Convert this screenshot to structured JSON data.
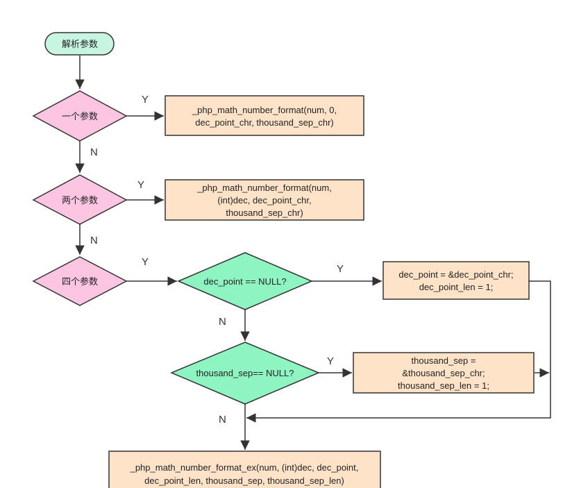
{
  "colors": {
    "start": "#c8f5e2",
    "decision_pink": "#fcc6e3",
    "decision_green": "#8ef5c2",
    "process": "#ffe3c9",
    "stroke": "#333333"
  },
  "nodes": {
    "start": "解析参数",
    "one_param": "一个参数",
    "two_params": "两个参数",
    "four_params": "四个参数",
    "dec_point_null": "dec_point == NULL?",
    "thousand_sep_null": "thousand_sep== NULL?",
    "call_one": [
      "_php_math_number_format(num, 0,",
      "dec_point_chr, thousand_sep_chr)"
    ],
    "call_two": [
      "_php_math_number_format(num,",
      "(int)dec, dec_point_chr,",
      "thousand_sep_chr)"
    ],
    "set_dec_point": [
      "dec_point = &dec_point_chr;",
      "dec_point_len = 1;"
    ],
    "set_thousand_sep": [
      "thousand_sep =",
      "&thousand_sep_chr;",
      "thousand_sep_len = 1;"
    ],
    "call_ex": [
      "_php_math_number_format_ex(num, (int)dec, dec_point,",
      "dec_point_len, thousand_sep, thousand_sep_len)"
    ]
  },
  "edge_labels": {
    "yes": "Y",
    "no": "N"
  }
}
